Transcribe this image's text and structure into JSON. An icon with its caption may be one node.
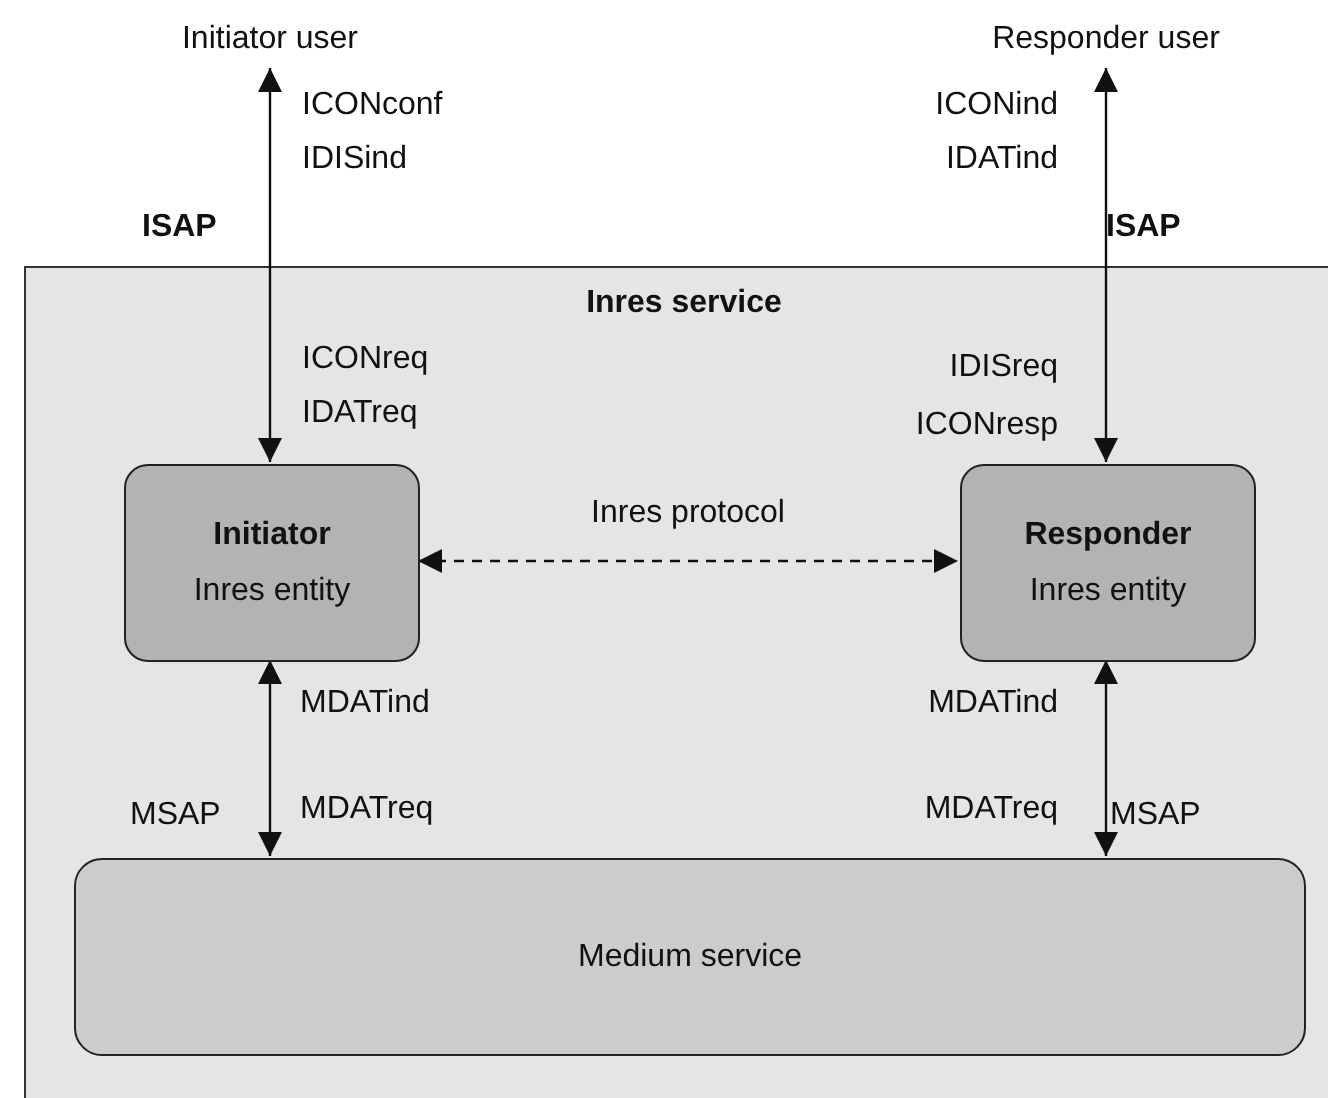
{
  "diagram": {
    "nodes": [
      {
        "text": [
          "Initiator user"
        ]
      },
      {
        "text": [
          "Responder user"
        ]
      },
      {
        "text": [
          "Inres service"
        ]
      },
      {
        "text": [
          "Initiator",
          "Inres entity"
        ],
        "in": 2
      },
      {
        "text": [
          "Responder",
          "Inres entity"
        ],
        "in": 2
      },
      {
        "text": [
          "Medium service"
        ],
        "in": 2
      }
    ],
    "edges": [
      {
        "from": 3,
        "to": 0,
        "arrow": "both"
      },
      {
        "from": 4,
        "to": 1,
        "arrow": "both"
      },
      {
        "from": 3,
        "to": 4,
        "arrow": "both",
        "style": "dashed",
        "label": "Inres protocol"
      },
      {
        "from": 3,
        "to": 5,
        "arrow": "both"
      },
      {
        "from": 4,
        "to": 5,
        "arrow": "both"
      }
    ],
    "labels": [
      "ICONconf",
      "ICONind",
      "IDISind",
      "IDATind",
      "ISAP",
      "ISAP",
      "ICONreq",
      "IDISreq",
      "IDATreq",
      "ICONresp",
      "MDATind",
      "MDATind",
      "MSAP",
      "MDATreq",
      "MDATreq",
      "MSAP"
    ]
  }
}
